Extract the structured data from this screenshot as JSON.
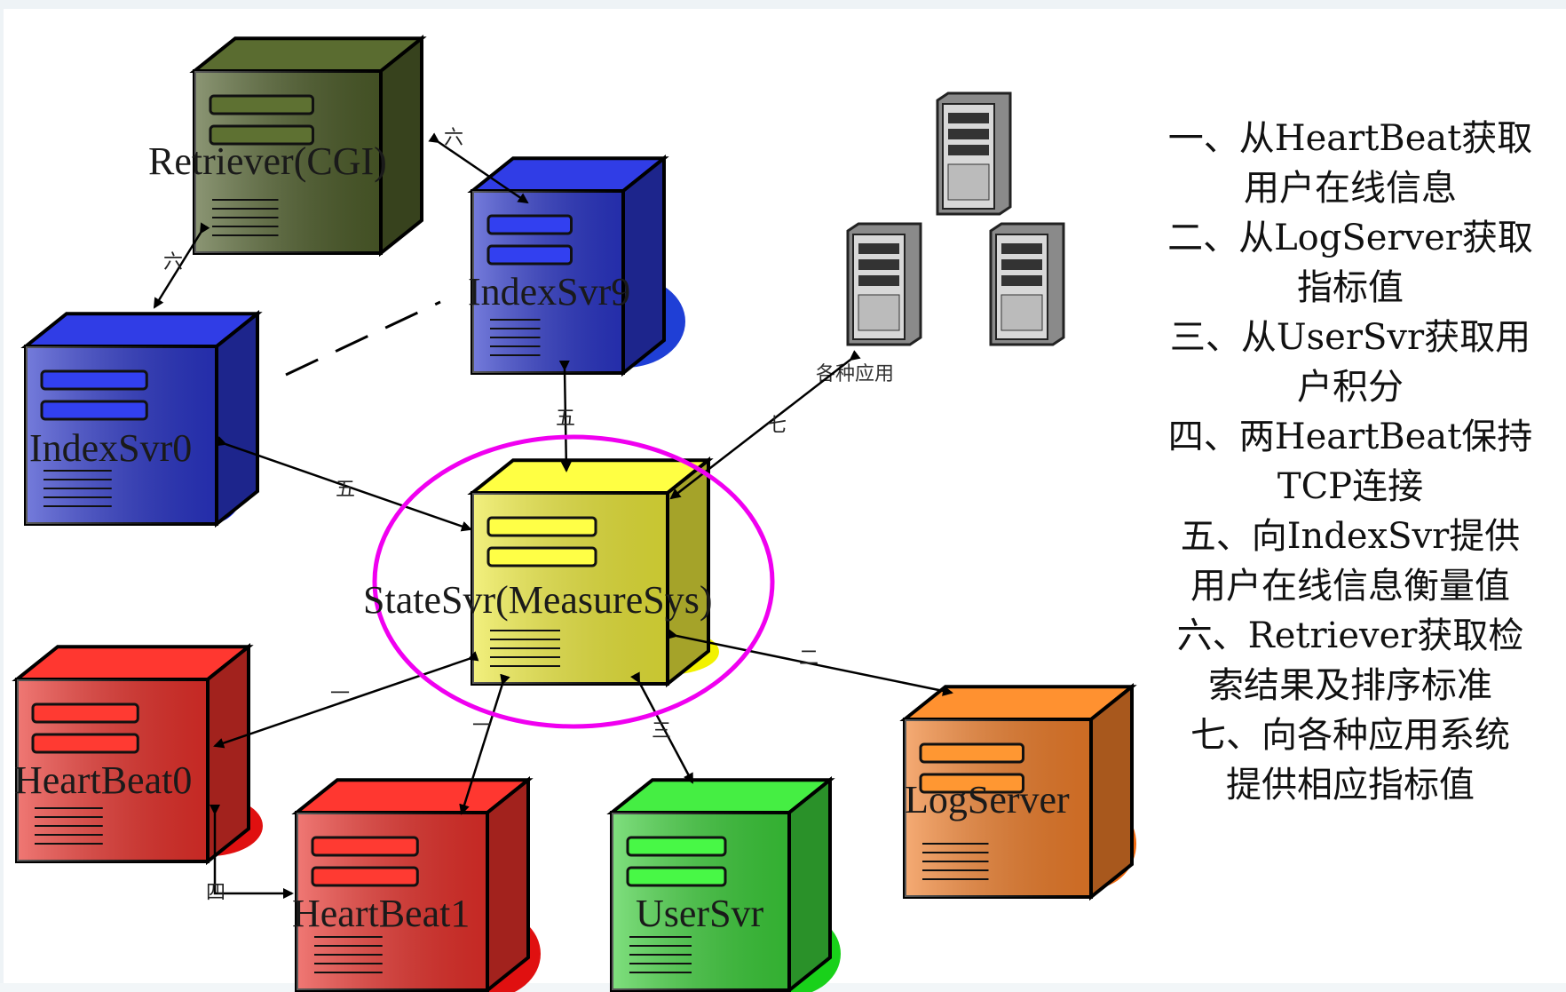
{
  "servers": [
    {
      "id": "retriever",
      "label": "Retriever(CGI)",
      "color": "#4e5e2a",
      "shadow": "#1f4f12"
    },
    {
      "id": "indexsvr9",
      "label": "IndexSvr9",
      "color": "#2a35c8",
      "shadow": "#1f3fd6"
    },
    {
      "id": "indexsvr0",
      "label": "IndexSvr0",
      "color": "#2a35c8",
      "shadow": "#0b22e0"
    },
    {
      "id": "statesvr",
      "label": "StateSvr(MeasureSys)",
      "color": "#ece93a",
      "shadow": "#f2f200"
    },
    {
      "id": "heartbeat0",
      "label": "HeartBeat0",
      "color": "#e8302a",
      "shadow": "#e01010"
    },
    {
      "id": "heartbeat1",
      "label": "HeartBeat1",
      "color": "#e8302a",
      "shadow": "#e01010"
    },
    {
      "id": "usersvr",
      "label": "UserSvr",
      "color": "#3ccf3a",
      "shadow": "#19d11a"
    },
    {
      "id": "logserver",
      "label": "LogServer",
      "color": "#f07e2a",
      "shadow": "#f06a10"
    }
  ],
  "apps": {
    "label": "各种应用",
    "color": "#8a8a8a"
  },
  "edge_labels": {
    "retriever_indexsvr9": "六",
    "retriever_indexsvr0": "六",
    "indexsvr9_state": "五",
    "indexsvr0_state": "五",
    "apps_state": "七",
    "heartbeat0_state": "一",
    "heartbeat1_state": "一",
    "usersvr_state": "三",
    "logserver_state": "二",
    "heartbeat0_heartbeat1": "四"
  },
  "highlight_color": "#f000f0",
  "legend": [
    "一、从HeartBeat获取",
    "用户在线信息",
    "二、从LogServer获取",
    "指标值",
    "三、从UserSvr获取用",
    "户积分",
    "四、两HeartBeat保持",
    "TCP连接",
    "五、向IndexSvr提供",
    "用户在线信息衡量值",
    "六、Retriever获取检",
    "索结果及排序标准",
    "七、向各种应用系统",
    "提供相应指标值"
  ]
}
